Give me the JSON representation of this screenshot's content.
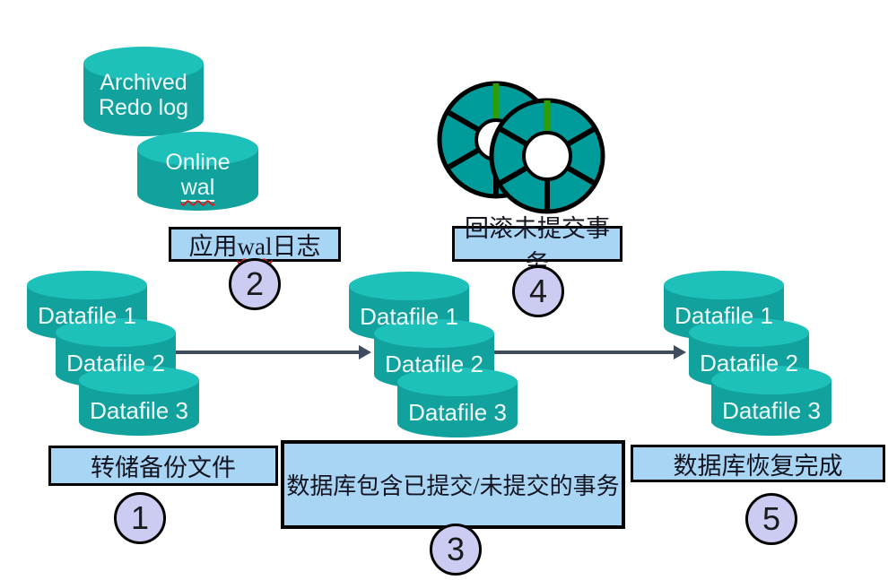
{
  "logs": {
    "archived": {
      "line1": "Archived",
      "line2": "Redo log"
    },
    "online": {
      "line1": "Online",
      "line2": "wal"
    }
  },
  "groups": [
    {
      "files": [
        "Datafile 1",
        "Datafile 2",
        "Datafile 3"
      ]
    },
    {
      "files": [
        "Datafile 1",
        "Datafile 2",
        "Datafile 3"
      ]
    },
    {
      "files": [
        "Datafile 1",
        "Datafile 2",
        "Datafile 3"
      ]
    }
  ],
  "steps": {
    "s1": {
      "num": "1",
      "label": "转储备份文件"
    },
    "s2": {
      "num": "2",
      "pre": "应用",
      "latin": "wal",
      "post": "日志"
    },
    "s3": {
      "num": "3",
      "label": "数据库包含已提交/未提交的事务"
    },
    "s4": {
      "num": "4",
      "label": "回滚未提交事务"
    },
    "s5": {
      "num": "5",
      "label": "数据库恢复完成"
    }
  },
  "icons": {
    "disk_platters": "two segmented disk platters with green index marker"
  },
  "colors": {
    "cylinder_top": "#1EC0BA",
    "cylinder_body": "#12A29D",
    "disk_fill": "#009C9C",
    "disk_marker_green": "#2F9D04",
    "label_box_fill": "#A9D5F4",
    "step_circle_fill": "#CCCCF2",
    "arrow": "#3E4C5E",
    "outline": "#000000",
    "spellcheck_underline": "#CC2222"
  }
}
